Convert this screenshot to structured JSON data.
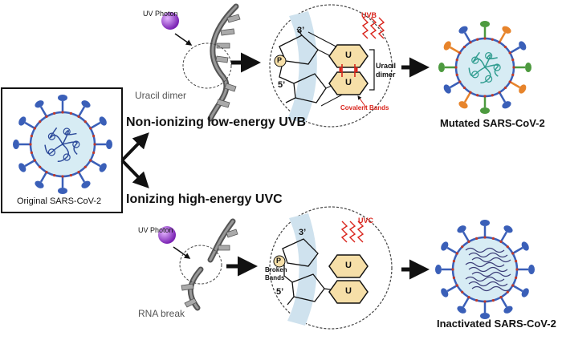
{
  "left_panel": {
    "label": "Original SARS-CoV-2"
  },
  "uvb_path": {
    "photon_label": "UV Photon",
    "caption": "Uracil dimer",
    "pathway_label": "Non-ionizing low-energy UVB",
    "zoom": {
      "prime3": "3’",
      "prime5": "5’",
      "phosphate": "P",
      "uv_label": "UVB",
      "base1": "U",
      "base2": "U",
      "dimer_label": "Uracil dimer",
      "bonds_label": "Covalent Bands"
    },
    "result_label": "Mutated SARS-CoV-2"
  },
  "uvc_path": {
    "photon_label": "UV Photon",
    "caption": "RNA break",
    "pathway_label": "Ionizing high-energy UVC",
    "zoom": {
      "prime3": "3’",
      "prime5": "5’",
      "phosphate": "P",
      "uv_label": "UVC",
      "base1": "U",
      "base2": "U",
      "bonds_label": "Broken Bands"
    },
    "result_label": "Inactivated SARS-CoV-2"
  },
  "colors": {
    "virus_envelope": "#d7ecf4",
    "spike_blue": "#3a5fb8",
    "spike_green": "#4d9a3f",
    "spike_orange": "#e7842b",
    "rna_teal": "#2f9c8f",
    "photon": "#9c3fd6",
    "uv_red": "#d9241c",
    "base_fill": "#f6dfa8",
    "backbone_band": "#cfe2ee"
  }
}
